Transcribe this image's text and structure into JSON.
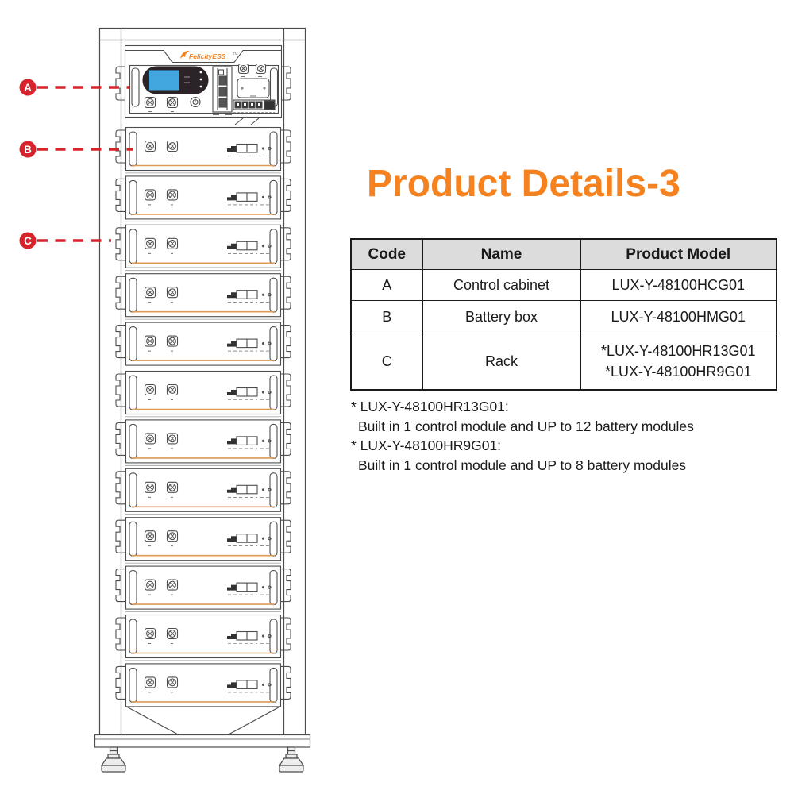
{
  "title": {
    "text": "Product Details-3"
  },
  "diagram": {
    "brand": {
      "name": "FelicityESS",
      "tm": "TM"
    },
    "battery_module_count": 12,
    "callouts": [
      {
        "code": "A",
        "target": "control-cabinet"
      },
      {
        "code": "B",
        "target": "battery-box"
      },
      {
        "code": "C",
        "target": "rack"
      }
    ],
    "colors": {
      "callout_red": "#D7242C",
      "brand_orange": "#F5821F",
      "module_accent_orange": "#DD9A57",
      "screen_blue": "#42A7DF",
      "outline_gray": "#4D4D4D"
    }
  },
  "table": {
    "headers": [
      "Code",
      "Name",
      "Product Model"
    ],
    "rows": [
      {
        "code": "A",
        "name": "Control cabinet",
        "models": [
          "LUX-Y-48100HCG01"
        ]
      },
      {
        "code": "B",
        "name": "Battery box",
        "models": [
          "LUX-Y-48100HMG01"
        ]
      },
      {
        "code": "C",
        "name": "Rack",
        "models": [
          "*LUX-Y-48100HR13G01",
          "*LUX-Y-48100HR9G01"
        ]
      }
    ]
  },
  "notes": [
    {
      "title": "* LUX-Y-48100HR13G01:",
      "body": "Built in 1 control module and UP to 12 battery modules"
    },
    {
      "title": "* LUX-Y-48100HR9G01:",
      "body": "Built in 1 control module and UP to 8 battery modules"
    }
  ]
}
